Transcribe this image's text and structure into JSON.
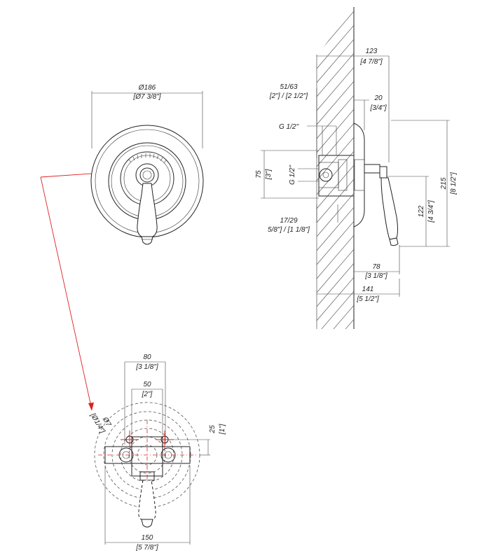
{
  "front_view": {
    "diameter_mm": "Ø186",
    "diameter_in": "[Ø7 3/8\"]"
  },
  "side_view": {
    "depth_mm": "123",
    "depth_in": "[4 7/8\"]",
    "embed_mm": "51/63",
    "embed_in": "[2\"] / [2 1/2\"]",
    "plate_mm": "20",
    "plate_in": "[3/4\"]",
    "thread_top": "G 1/2\"",
    "thread_side": "G 1/2\"",
    "body_height_mm": "75",
    "body_height_in": "[3\"]",
    "adjust_mm": "17/29",
    "adjust_in": "5/8\"] / [1 1/8\"]",
    "height_mm": "215",
    "height_in": "[8 1/2\"]",
    "handle_height_mm": "122",
    "handle_height_in": "[4 3/4\"]",
    "handle_depth_mm": "78",
    "handle_depth_in": "[3 1/8\"]",
    "total_depth_mm": "141",
    "total_depth_in": "[5 1/2\"]"
  },
  "body_view": {
    "width_mm": "80",
    "width_in": "[3 1/8\"]",
    "spacing_mm": "50",
    "spacing_in": "[2\"]",
    "offset_mm": "25",
    "offset_in": "[1\"]",
    "hole_mm": "Ø7",
    "hole_in": "[Ø1/4\"]",
    "overall_mm": "150",
    "overall_in": "[5 7/8\"]"
  }
}
